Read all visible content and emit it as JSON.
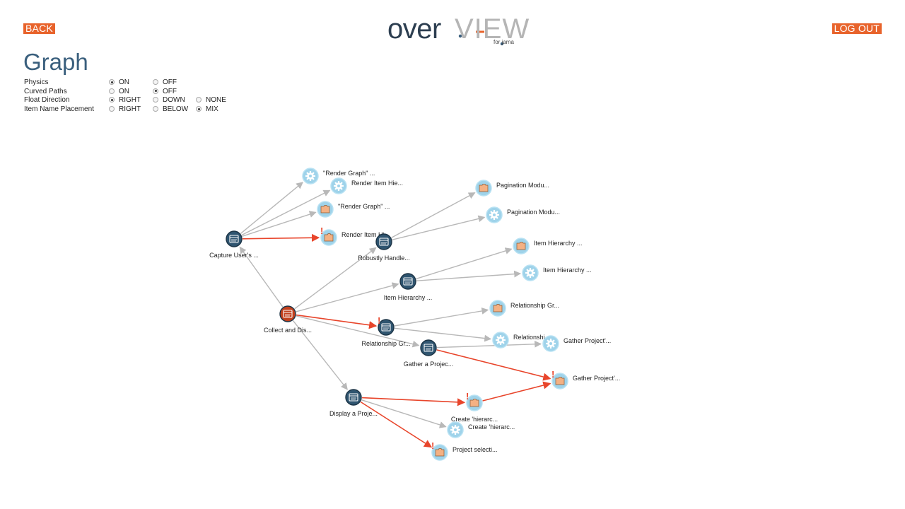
{
  "header": {
    "back_label": "BACK",
    "logout_label": "LOG OUT",
    "logo": {
      "over": "over",
      "view": "VIEW",
      "sub": "for jama"
    },
    "page_title": "Graph"
  },
  "options": [
    {
      "label": "Physics",
      "choices": [
        {
          "label": "ON",
          "checked": true
        },
        {
          "label": "OFF",
          "checked": false
        }
      ]
    },
    {
      "label": "Curved Paths",
      "choices": [
        {
          "label": "ON",
          "checked": false
        },
        {
          "label": "OFF",
          "checked": true
        }
      ]
    },
    {
      "label": "Float Direction",
      "choices": [
        {
          "label": "RIGHT",
          "checked": true
        },
        {
          "label": "DOWN",
          "checked": false
        },
        {
          "label": "NONE",
          "checked": false
        }
      ]
    },
    {
      "label": "Item Name Placement",
      "choices": [
        {
          "label": "RIGHT",
          "checked": false
        },
        {
          "label": "BELOW",
          "checked": false
        },
        {
          "label": "MIX",
          "checked": true
        }
      ]
    }
  ],
  "colors": {
    "accent": "#e8632b",
    "edge_default": "#b8b8b8",
    "edge_highlight": "#e8452b",
    "node_story": "#2f5570",
    "node_root": "#c2401d",
    "node_light": "#9fd3ea",
    "warning": "#e8452b"
  },
  "graph": {
    "nodes": [
      {
        "id": "n1",
        "type": "story",
        "label": "Capture User's ..."
      },
      {
        "id": "n2",
        "type": "root",
        "label": "Collect and Dis..."
      },
      {
        "id": "n3",
        "type": "gear",
        "label": "\"Render Graph\" ..."
      },
      {
        "id": "n4",
        "type": "gear",
        "label": "Render Item Hie..."
      },
      {
        "id": "n5",
        "type": "folder",
        "label": "\"Render Graph\" ..."
      },
      {
        "id": "n6",
        "type": "folder",
        "label": "Render Item Hi...",
        "warning": true
      },
      {
        "id": "n7",
        "type": "story",
        "label": "Robustly Handle..."
      },
      {
        "id": "n8",
        "type": "folder",
        "label": "Pagination Modu..."
      },
      {
        "id": "n9",
        "type": "gear",
        "label": "Pagination Modu..."
      },
      {
        "id": "n10",
        "type": "story",
        "label": "Item Hierarchy ..."
      },
      {
        "id": "n11",
        "type": "folder",
        "label": "Item Hierarchy ..."
      },
      {
        "id": "n12",
        "type": "gear",
        "label": "Item Hierarchy ..."
      },
      {
        "id": "n13",
        "type": "story",
        "label": "Relationship Gr...",
        "warning": true
      },
      {
        "id": "n14",
        "type": "folder",
        "label": "Relationship Gr..."
      },
      {
        "id": "n15",
        "type": "gear",
        "label": "Relationshi..."
      },
      {
        "id": "n16",
        "type": "story",
        "label": "Gather a Projec..."
      },
      {
        "id": "n17",
        "type": "gear",
        "label": "Gather Project'..."
      },
      {
        "id": "n18",
        "type": "folder",
        "label": "Gather Project'...",
        "warning": true
      },
      {
        "id": "n19",
        "type": "story",
        "label": "Display a Proje..."
      },
      {
        "id": "n20",
        "type": "folder",
        "label": "Create 'hierarc...",
        "warning": true
      },
      {
        "id": "n21",
        "type": "gear",
        "label": "Create 'hierarc..."
      },
      {
        "id": "n22",
        "type": "folder",
        "label": "Project selecti...",
        "warning": true
      }
    ],
    "edges": [
      {
        "from": "n1",
        "to": "n3",
        "highlight": false
      },
      {
        "from": "n1",
        "to": "n4",
        "highlight": false
      },
      {
        "from": "n1",
        "to": "n5",
        "highlight": false
      },
      {
        "from": "n1",
        "to": "n6",
        "highlight": true
      },
      {
        "from": "n2",
        "to": "n1",
        "highlight": false
      },
      {
        "from": "n2",
        "to": "n7",
        "highlight": false
      },
      {
        "from": "n7",
        "to": "n8",
        "highlight": false
      },
      {
        "from": "n7",
        "to": "n9",
        "highlight": false
      },
      {
        "from": "n2",
        "to": "n10",
        "highlight": false
      },
      {
        "from": "n10",
        "to": "n11",
        "highlight": false
      },
      {
        "from": "n10",
        "to": "n12",
        "highlight": false
      },
      {
        "from": "n2",
        "to": "n13",
        "highlight": true
      },
      {
        "from": "n13",
        "to": "n14",
        "highlight": false
      },
      {
        "from": "n13",
        "to": "n15",
        "highlight": false
      },
      {
        "from": "n2",
        "to": "n16",
        "highlight": false
      },
      {
        "from": "n16",
        "to": "n17",
        "highlight": false
      },
      {
        "from": "n16",
        "to": "n18",
        "highlight": true
      },
      {
        "from": "n2",
        "to": "n19",
        "highlight": false
      },
      {
        "from": "n19",
        "to": "n20",
        "highlight": true
      },
      {
        "from": "n20",
        "to": "n18",
        "highlight": true
      },
      {
        "from": "n19",
        "to": "n21",
        "highlight": false
      },
      {
        "from": "n19",
        "to": "n22",
        "highlight": true
      }
    ]
  }
}
